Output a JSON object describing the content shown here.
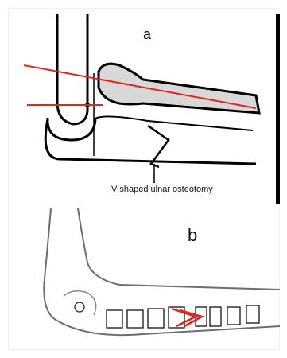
{
  "panels": {
    "a": {
      "label": "a"
    },
    "b": {
      "label": "b"
    }
  },
  "annotation": {
    "caption": "V shaped ulnar osteotomy"
  },
  "colors": {
    "line": "#000000",
    "bone_fill": "#d8d8d8",
    "axis_red": "#e0261f",
    "background": "#ffffff",
    "sketch_gray": "#6d6d6d"
  }
}
